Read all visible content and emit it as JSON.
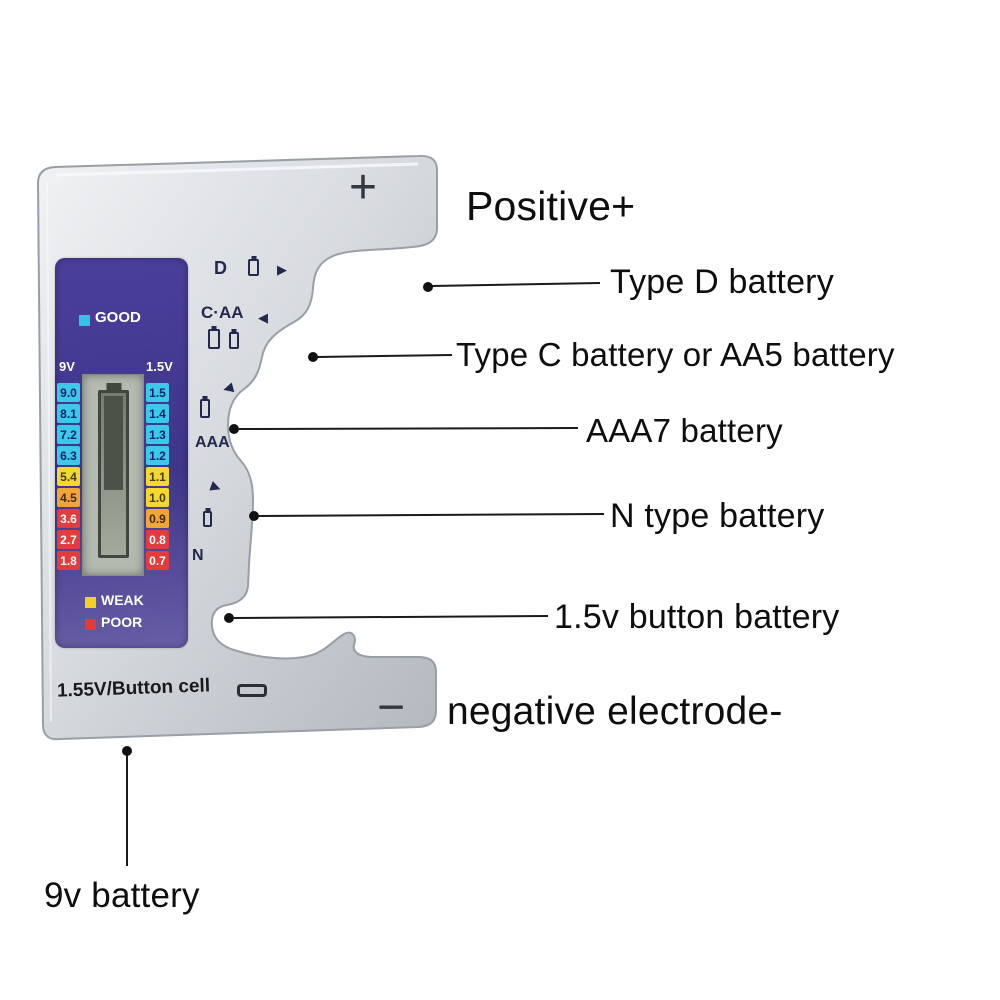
{
  "figure": {
    "title": "Battery tester annotated diagram"
  },
  "device": {
    "plus_symbol": "+",
    "minus_symbol": "−",
    "bottom_label": "1.55V/Button cell",
    "slots": {
      "d_label": "D",
      "c_aa_label": "C·AA",
      "aaa_label": "AAA",
      "n_label": "N",
      "arrow_right": "▶",
      "arrow_left": "◀"
    },
    "lcd": {
      "good_label": "GOOD",
      "weak_label": "WEAK",
      "poor_label": "POOR",
      "left_header": "9V",
      "right_header": "1.5V",
      "left_scale": [
        "9.0",
        "8.1",
        "7.2",
        "6.3",
        "5.4",
        "4.5",
        "3.6",
        "2.7",
        "1.8"
      ],
      "right_scale": [
        "1.5",
        "1.4",
        "1.3",
        "1.2",
        "1.1",
        "1.0",
        "0.9",
        "0.8",
        "0.7"
      ]
    }
  },
  "annotations": {
    "positive": "Positive+",
    "type_d": "Type D battery",
    "type_c": "Type C battery or AA5 battery",
    "aaa7": "AAA7 battery",
    "n_type": "N type battery",
    "button": "1.5v button battery",
    "negative": "negative electrode-",
    "nine_v": "9v battery"
  },
  "colors": {
    "good_cyan": "#2fc6e6",
    "weak_yellow": "#f2d024",
    "poor_red": "#e23b3b",
    "lcd_panel_purple": "#453b94",
    "device_silver": "#d7dade",
    "annotation_text": "#0e0e0e"
  }
}
